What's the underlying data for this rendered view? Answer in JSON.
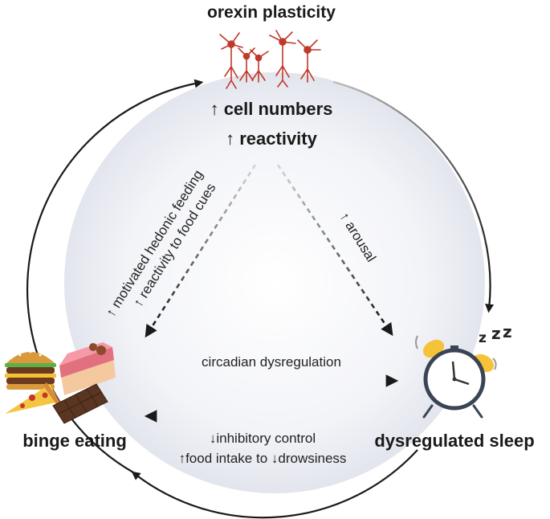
{
  "nodes": {
    "top": {
      "title": "orexin plasticity",
      "line1": "↑ cell numbers",
      "line2": "↑ reactivity"
    },
    "left": {
      "title": "binge eating"
    },
    "right": {
      "title": "dysregulated sleep"
    }
  },
  "arrows": {
    "top_to_left_line1": "↑ motivated hedonic feeding",
    "top_to_left_line2": "↑ reactivity to food cues",
    "top_to_right": "↑ arousal",
    "left_to_right": "circadian dysregulation",
    "right_to_left_line1": "↓inhibitory control",
    "right_to_left_line2": "↑food intake to ↓drowsiness"
  },
  "icons": {
    "top": "neurons-icon",
    "left": "junk-food-icon",
    "right": "alarm-clock-icon",
    "sleep": "zzz-icon"
  },
  "colors": {
    "circle_fill": "#e9ebf3",
    "arrow": "#1a1a1a",
    "neuron": "#c0392b"
  }
}
